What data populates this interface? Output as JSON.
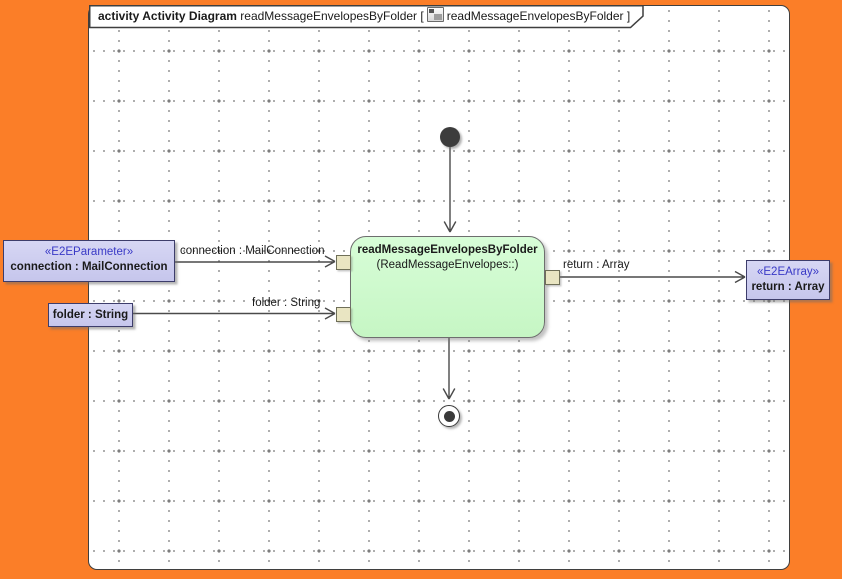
{
  "frame_tab": {
    "keyword": "activity Activity Diagram",
    "name": " readMessageEnvelopesByFolder ",
    "open_bracket": "[",
    "ref_name": "readMessageEnvelopesByFolder",
    "close_bracket": " ]",
    "icon": "activity-diagram-icon"
  },
  "action": {
    "name": "readMessageEnvelopesByFolder",
    "qualifier": "(ReadMessageEnvelopes::)"
  },
  "parameters": {
    "connection": {
      "stereotype": "«E2EParameter»",
      "label": "connection : MailConnection"
    },
    "folder": {
      "label": "folder : String"
    },
    "return": {
      "stereotype": "«E2EArray»",
      "label": "return : Array"
    }
  },
  "edges": {
    "connection_label": "connection : MailConnection",
    "folder_label": "folder : String",
    "return_label": "return : Array"
  },
  "colors": {
    "surround_orange": "#fb7e28",
    "action_fill": "#ccf7ca",
    "parameter_fill": "#ccccee",
    "stereotype_text": "#3939c6",
    "pin_fill": "#e9e5c2",
    "edge_stroke": "#4a4a4a",
    "node_dark": "#3a3a3a"
  }
}
